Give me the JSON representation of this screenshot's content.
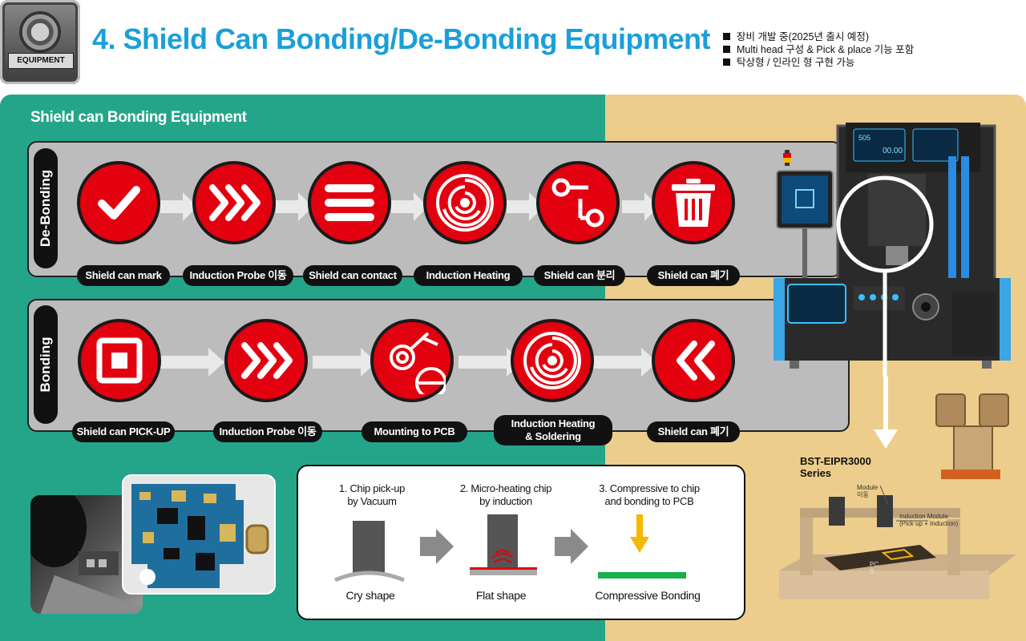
{
  "header": {
    "logo_label": "EQUIPMENT",
    "title": "4. Shield Can Bonding/De-Bonding Equipment",
    "notes": [
      "장비 개발 중(2025년 출시 예정)",
      "Multi head 구성 & Pick & place 기능 포함",
      "탁상형 / 인라인 형 구현 가능"
    ]
  },
  "section_title": "Shield can Bonding Equipment",
  "debonding": {
    "label": "De-Bonding",
    "steps": [
      {
        "label": "Shield can mark",
        "icon": "checkmark-icon"
      },
      {
        "label": "Induction Probe 이동",
        "icon": "triple-chevron-right-icon"
      },
      {
        "label": "Shield can contact",
        "icon": "three-bars-icon"
      },
      {
        "label": "Induction Heating",
        "icon": "concentric-coil-icon"
      },
      {
        "label": "Shield can 분리",
        "icon": "separate-nodes-icon"
      },
      {
        "label": "Shield can 폐기",
        "icon": "trash-can-icon"
      }
    ]
  },
  "bonding": {
    "label": "Bonding",
    "steps": [
      {
        "label": "Shield can PICK-UP",
        "icon": "square-frame-icon"
      },
      {
        "label": "Induction Probe 이동",
        "icon": "triple-chevron-right-icon"
      },
      {
        "label": "Mounting to PCB",
        "icon": "robot-arm-icon"
      },
      {
        "label_line1": "Induction Heating",
        "label_line2": "& Soldering",
        "icon": "concentric-coil-icon"
      },
      {
        "label": "Shield can 폐기",
        "icon": "double-chevron-left-icon"
      }
    ]
  },
  "process": {
    "steps": [
      {
        "title_line1": "1. Chip pick-up",
        "title_line2": "by Vacuum",
        "caption": "Cry shape"
      },
      {
        "title_line1": "2. Micro-heating chip",
        "title_line2": "by induction",
        "caption": "Flat shape"
      },
      {
        "title_line1": "3. Compressive to chip",
        "title_line2": "and bonding to PCB",
        "caption": "Compressive Bonding"
      }
    ]
  },
  "equipment": {
    "model_line1": "BST-EIPR3000",
    "model_line2": "Series",
    "screen_readout_1": "505",
    "screen_readout_2": "00.00",
    "diagram": {
      "module_line1": "Module",
      "module_line2": "이동",
      "induction_line1": "Induction Module",
      "induction_line2": "(Pick up + Induction)",
      "pcb_line1": "PC",
      "pcb_line2": "B"
    }
  },
  "colors": {
    "title_blue": "#1a9fd9",
    "teal_bg": "#24a58a",
    "sand_bg": "#eccd8b",
    "step_red": "#e3000f",
    "bonding_green": "#19b04b",
    "press_yellow": "#f5b800"
  }
}
